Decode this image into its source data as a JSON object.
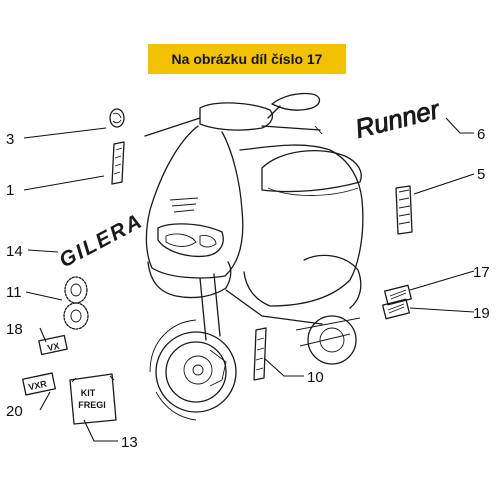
{
  "banner": {
    "text": "Na obrázku díl číslo 17",
    "color": "#f2c200"
  },
  "callouts": [
    {
      "id": "3",
      "label": "3"
    },
    {
      "id": "1",
      "label": "1"
    },
    {
      "id": "14",
      "label": "14"
    },
    {
      "id": "11",
      "label": "11"
    },
    {
      "id": "18",
      "label": "18"
    },
    {
      "id": "20",
      "label": "20"
    },
    {
      "id": "13",
      "label": "13"
    },
    {
      "id": "10",
      "label": "10"
    },
    {
      "id": "6",
      "label": "6"
    },
    {
      "id": "5",
      "label": "5"
    },
    {
      "id": "17",
      "label": "17"
    },
    {
      "id": "19",
      "label": "19"
    }
  ],
  "decals": {
    "brand": "GILERA",
    "model": "Runner",
    "vx": "VX",
    "vxr": "VXR",
    "kit_line1": "KIT",
    "kit_line2": "FREGI"
  }
}
